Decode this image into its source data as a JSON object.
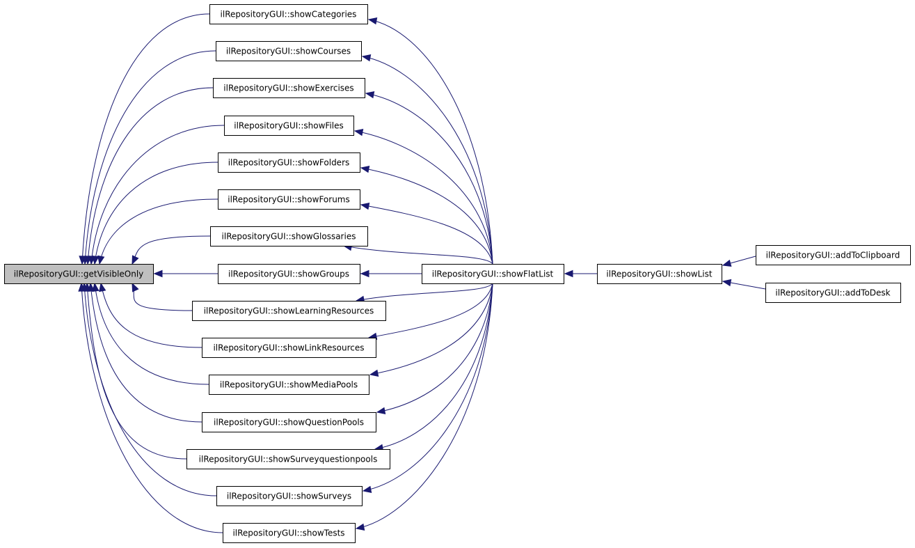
{
  "diagram": {
    "node_fill": "#ffffff",
    "focus_fill": "#bfbfbf",
    "edge_color": "#191970",
    "focus": "ilRepositoryGUI::getVisibleOnly",
    "nodes": [
      {
        "id": "getVisibleOnly",
        "label": "ilRepositoryGUI::getVisibleOnly"
      },
      {
        "id": "showCategories",
        "label": "ilRepositoryGUI::showCategories"
      },
      {
        "id": "showCourses",
        "label": "ilRepositoryGUI::showCourses"
      },
      {
        "id": "showExercises",
        "label": "ilRepositoryGUI::showExercises"
      },
      {
        "id": "showFiles",
        "label": "ilRepositoryGUI::showFiles"
      },
      {
        "id": "showFolders",
        "label": "ilRepositoryGUI::showFolders"
      },
      {
        "id": "showForums",
        "label": "ilRepositoryGUI::showForums"
      },
      {
        "id": "showGlossaries",
        "label": "ilRepositoryGUI::showGlossaries"
      },
      {
        "id": "showGroups",
        "label": "ilRepositoryGUI::showGroups"
      },
      {
        "id": "showLearningResources",
        "label": "ilRepositoryGUI::showLearningResources"
      },
      {
        "id": "showLinkResources",
        "label": "ilRepositoryGUI::showLinkResources"
      },
      {
        "id": "showMediaPools",
        "label": "ilRepositoryGUI::showMediaPools"
      },
      {
        "id": "showQuestionPools",
        "label": "ilRepositoryGUI::showQuestionPools"
      },
      {
        "id": "showSurveyquestionpools",
        "label": "ilRepositoryGUI::showSurveyquestionpools"
      },
      {
        "id": "showSurveys",
        "label": "ilRepositoryGUI::showSurveys"
      },
      {
        "id": "showTests",
        "label": "ilRepositoryGUI::showTests"
      },
      {
        "id": "showFlatList",
        "label": "ilRepositoryGUI::showFlatList"
      },
      {
        "id": "showList",
        "label": "ilRepositoryGUI::showList"
      },
      {
        "id": "addToClipboard",
        "label": "ilRepositoryGUI::addToClipboard"
      },
      {
        "id": "addToDesk",
        "label": "ilRepositoryGUI::addToDesk"
      }
    ],
    "edges": [
      {
        "from": "showCategories",
        "to": "getVisibleOnly"
      },
      {
        "from": "showCourses",
        "to": "getVisibleOnly"
      },
      {
        "from": "showExercises",
        "to": "getVisibleOnly"
      },
      {
        "from": "showFiles",
        "to": "getVisibleOnly"
      },
      {
        "from": "showFolders",
        "to": "getVisibleOnly"
      },
      {
        "from": "showForums",
        "to": "getVisibleOnly"
      },
      {
        "from": "showGlossaries",
        "to": "getVisibleOnly"
      },
      {
        "from": "showGroups",
        "to": "getVisibleOnly"
      },
      {
        "from": "showLearningResources",
        "to": "getVisibleOnly"
      },
      {
        "from": "showLinkResources",
        "to": "getVisibleOnly"
      },
      {
        "from": "showMediaPools",
        "to": "getVisibleOnly"
      },
      {
        "from": "showQuestionPools",
        "to": "getVisibleOnly"
      },
      {
        "from": "showSurveyquestionpools",
        "to": "getVisibleOnly"
      },
      {
        "from": "showSurveys",
        "to": "getVisibleOnly"
      },
      {
        "from": "showTests",
        "to": "getVisibleOnly"
      },
      {
        "from": "showFlatList",
        "to": "getVisibleOnly"
      },
      {
        "from": "showFlatList",
        "to": "showCategories"
      },
      {
        "from": "showFlatList",
        "to": "showCourses"
      },
      {
        "from": "showFlatList",
        "to": "showExercises"
      },
      {
        "from": "showFlatList",
        "to": "showFiles"
      },
      {
        "from": "showFlatList",
        "to": "showFolders"
      },
      {
        "from": "showFlatList",
        "to": "showForums"
      },
      {
        "from": "showFlatList",
        "to": "showGlossaries"
      },
      {
        "from": "showFlatList",
        "to": "showGroups"
      },
      {
        "from": "showFlatList",
        "to": "showLearningResources"
      },
      {
        "from": "showFlatList",
        "to": "showLinkResources"
      },
      {
        "from": "showFlatList",
        "to": "showMediaPools"
      },
      {
        "from": "showFlatList",
        "to": "showQuestionPools"
      },
      {
        "from": "showFlatList",
        "to": "showSurveyquestionpools"
      },
      {
        "from": "showFlatList",
        "to": "showSurveys"
      },
      {
        "from": "showFlatList",
        "to": "showTests"
      },
      {
        "from": "showList",
        "to": "showFlatList"
      },
      {
        "from": "addToClipboard",
        "to": "showList"
      },
      {
        "from": "addToDesk",
        "to": "showList"
      }
    ]
  }
}
